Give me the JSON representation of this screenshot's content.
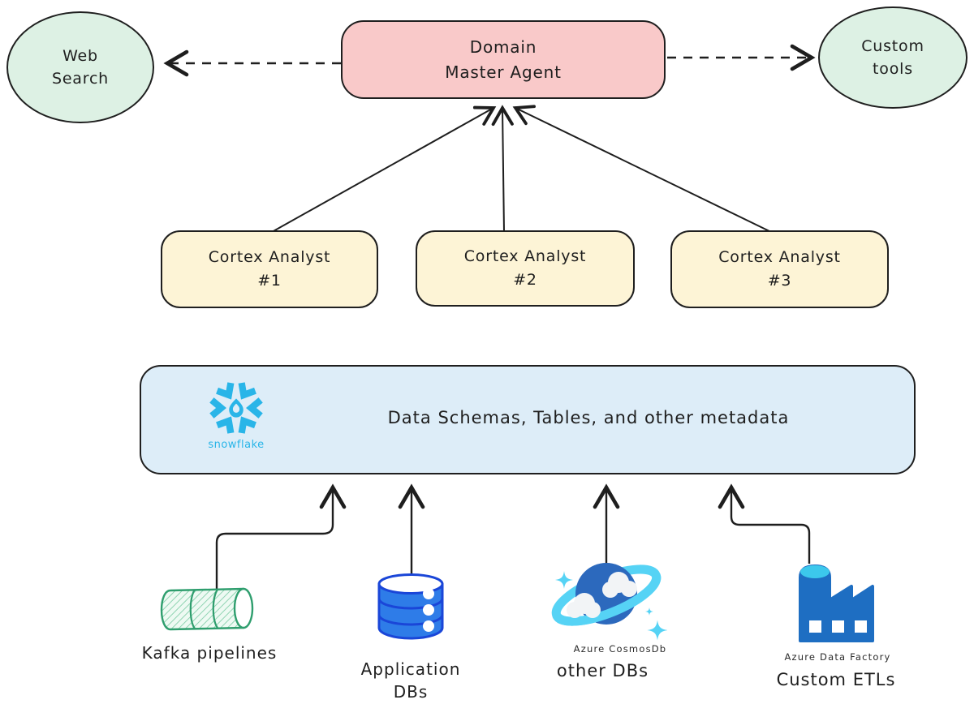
{
  "nodes": {
    "web_search": {
      "line1": "Web",
      "line2": "Search"
    },
    "master_agent": {
      "line1": "Domain",
      "line2": "Master Agent"
    },
    "custom_tools": {
      "line1": "Custom",
      "line2": "tools"
    },
    "analysts": [
      {
        "line1": "Cortex Analyst",
        "line2": "#1"
      },
      {
        "line1": "Cortex Analyst",
        "line2": "#2"
      },
      {
        "line1": "Cortex Analyst",
        "line2": "#3"
      }
    ],
    "metadata_bar": {
      "label": "Data Schemas, Tables, and other metadata",
      "logo_caption": "snowflake"
    }
  },
  "sources": {
    "kafka": {
      "label": "Kafka pipelines"
    },
    "application_dbs": {
      "line1": "Application",
      "line2": "DBs"
    },
    "other_dbs": {
      "caption": "Azure CosmosDb",
      "label": "other DBs"
    },
    "custom_etls": {
      "caption": "Azure Data Factory",
      "label": "Custom ETLs"
    }
  },
  "colors": {
    "stroke": "#1e1e1e",
    "green_node_fill": "#ddf1e4",
    "pink_node_fill": "#f9c9c9",
    "yellow_node_fill": "#fdf4d6",
    "blue_bar_fill": "#ddedf8",
    "snowflake_blue": "#29b5e8",
    "database_blue": "#2e7ce8",
    "azure_blue": "#1e6ec2",
    "cosmos_ring_cyan": "#56d3f5",
    "kafka_green": "#2f9e6e"
  }
}
